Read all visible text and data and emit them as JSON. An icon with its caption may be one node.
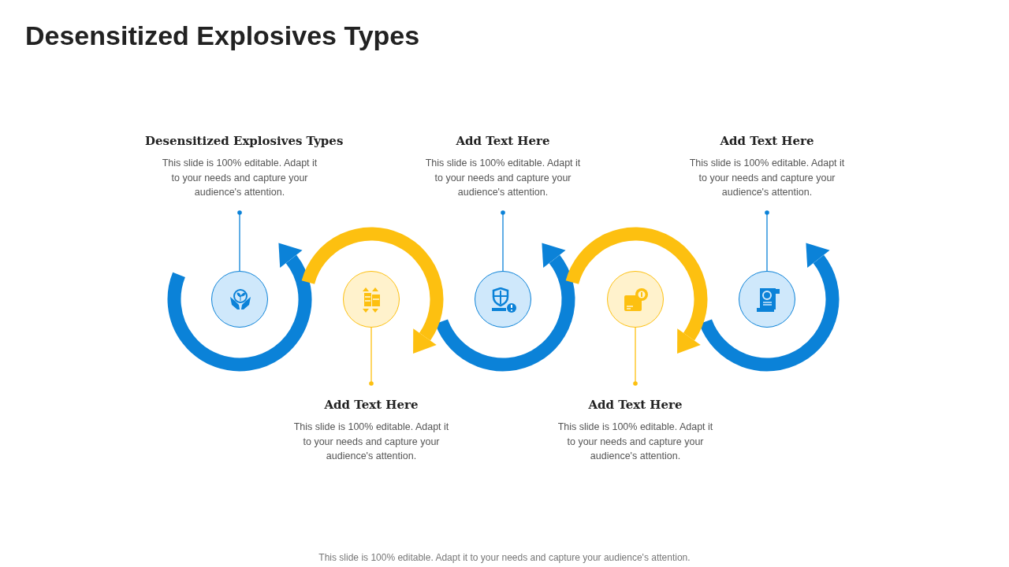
{
  "diagram": {
    "title": "Desensitized Explosives Types",
    "nodes": [
      {
        "text": [
          "Desensitized Explosives Types",
          "This slide is 100% editable. Adapt it to your needs and capture your audience's attention."
        ]
      },
      {
        "text": [
          "Add Text Here",
          "This slide is 100% editable. Adapt it to your needs and capture your audience's attention."
        ]
      },
      {
        "text": [
          "Add Text Here",
          "This slide is 100% editable. Adapt it to your needs and capture your audience's attention."
        ]
      },
      {
        "text": [],
        "shape": "circle"
      },
      {
        "text": [],
        "shape": "circle"
      },
      {
        "text": [],
        "shape": "circle"
      },
      {
        "text": [],
        "shape": "circle"
      },
      {
        "text": [],
        "shape": "circle"
      },
      {
        "text": [
          "Add Text Here",
          "This slide is 100% editable. Adapt it to your needs and capture your audience's attention."
        ]
      },
      {
        "text": [
          "Add Text Here",
          "This slide is 100% editable. Adapt it to your needs and capture your audience's attention."
        ]
      }
    ],
    "edges": [
      {
        "from": 0,
        "to": 3,
        "arrow": "other"
      },
      {
        "from": 1,
        "to": 5,
        "arrow": "other"
      },
      {
        "from": 2,
        "to": 7,
        "arrow": "other"
      },
      {
        "from": 8,
        "to": 4,
        "arrow": "other",
        "color": "#fdc010"
      },
      {
        "from": 9,
        "to": 6,
        "arrow": "other",
        "color": "#fdc010"
      }
    ],
    "caption": "This slide is 100% editable. Adapt it to your needs and capture your audience's attention."
  }
}
